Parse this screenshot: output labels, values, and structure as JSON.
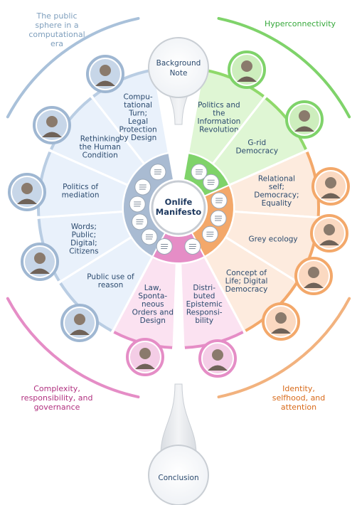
{
  "center": {
    "line1": "Onlife",
    "line2": "Manifesto"
  },
  "top_button": {
    "line1": "Background",
    "line2": "Note"
  },
  "bottom_button": {
    "line1": "Conclusion"
  },
  "quadrants": {
    "top_left": {
      "lines": [
        "The public",
        "sphere in a",
        "computational",
        "era"
      ],
      "color": "#7f9fbd"
    },
    "top_right": {
      "lines": [
        "Hyperconnectivity"
      ],
      "color": "#35a83a"
    },
    "bottom_left": {
      "lines": [
        "Complexity,",
        "responsibility, and",
        "governance"
      ],
      "color": "#b0307f"
    },
    "bottom_right": {
      "lines": [
        "Identity,",
        "selfhood, and",
        "attention"
      ],
      "color": "#d86a1a"
    }
  },
  "segments": [
    {
      "id": "computational-turn",
      "lines": [
        "Compu-",
        "tational",
        "Turn;",
        "Legal",
        "Protection",
        "by Design"
      ]
    },
    {
      "id": "rethinking",
      "lines": [
        "Rethinking",
        "the Human",
        "Condition"
      ]
    },
    {
      "id": "politics-mediation",
      "lines": [
        "Politics of",
        "mediation"
      ]
    },
    {
      "id": "words-public",
      "lines": [
        "Words;",
        "Public;",
        "Digital;",
        "Citizens"
      ]
    },
    {
      "id": "public-use",
      "lines": [
        "Public use of",
        "reason"
      ]
    },
    {
      "id": "law-orders",
      "lines": [
        "Law,",
        "Sponta-",
        "neous",
        "Orders and",
        "Design"
      ]
    },
    {
      "id": "distributed",
      "lines": [
        "Distri-",
        "buted",
        "Epistemic",
        "Responsi-",
        "bility"
      ]
    },
    {
      "id": "concept-life",
      "lines": [
        "Concept of",
        "Life; Digital",
        "Democracy"
      ]
    },
    {
      "id": "grey-ecology",
      "lines": [
        "Grey ecology"
      ]
    },
    {
      "id": "relational",
      "lines": [
        "Relational",
        "self;",
        "Democracy;",
        "Equality"
      ]
    },
    {
      "id": "grid-democracy",
      "lines": [
        "G-rid",
        "Democracy"
      ]
    },
    {
      "id": "politics-info",
      "lines": [
        "Politics and",
        "the",
        "Information",
        "Revolution"
      ]
    }
  ],
  "colors": {
    "blue_fill": "#e9f1fb",
    "blue_stroke": "#b9cde3",
    "green_fill": "#dff6d4",
    "green_stroke": "#8fd96a",
    "orange_fill": "#fdebde",
    "orange_stroke": "#f3a86a",
    "pink_fill": "#fbe2f1",
    "pink_stroke": "#e58dc6",
    "text": "#2b4a6e"
  }
}
